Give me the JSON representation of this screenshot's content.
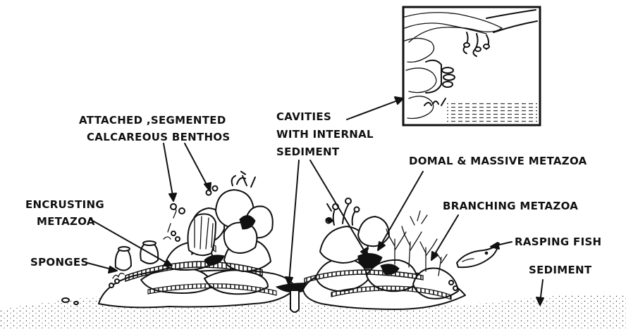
{
  "labels": {
    "attached": [
      "ATTACHED ,SEGMENTED",
      "CALCAREOUS BENTHOS"
    ],
    "cavities": [
      "CAVITIES",
      "WITH INTERNAL",
      "SEDIMENT"
    ],
    "domal": "DOMAL & MASSIVE METAZOA",
    "encrusting": [
      "ENCRUSTING",
      "METAZOA"
    ],
    "branching": "BRANCHING METAZOA",
    "sponges": "SPONGES",
    "rasping_fish": "RASPING FISH",
    "sediment": "SEDIMENT"
  }
}
